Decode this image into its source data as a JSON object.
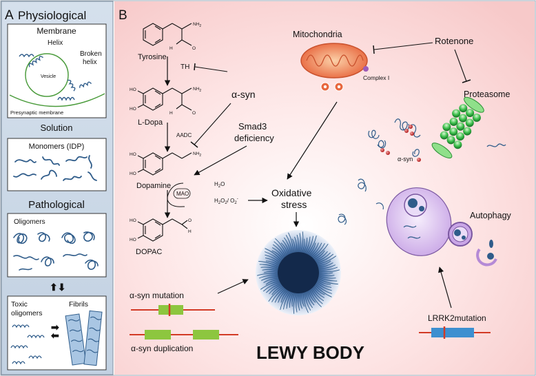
{
  "panel_a": {
    "letter": "A",
    "physiological": "Physiological",
    "membrane": "Membrane",
    "helix": "Helix",
    "broken_helix_1": "Broken",
    "broken_helix_2": "helix",
    "vesicle": "Vesicle",
    "presynaptic": "Presynaptic membrane",
    "solution": "Solution",
    "monomers": "Monomers (IDP)",
    "pathological": "Pathological",
    "oligomers": "Oligomers",
    "toxic_1": "Toxic",
    "toxic_2": "oligomers",
    "fibrils": "Fibrils"
  },
  "panel_b": {
    "letter": "B",
    "tyrosine": "Tyrosine",
    "ldopa": "L-Dopa",
    "dopamine": "Dopamine",
    "dopac": "DOPAC",
    "th": "TH",
    "aadc": "AADC",
    "mao": "MAO",
    "h2o": "H",
    "h2o_sub": "2",
    "h2o_end": "O",
    "h2o2": "H",
    "h2o2_sub1": "2",
    "h2o2_mid": "O",
    "h2o2_sub2": "2",
    "h2o2_slash": "/ O",
    "h2o2_sub3": "2",
    "h2o2_sup": "-",
    "asyn_main": "α-syn",
    "smad3_1": "Smad3",
    "smad3_2": "deficiency",
    "mitochondria": "Mitochondria",
    "complex1": "Complex I",
    "rotenone": "Rotenone",
    "proteasome": "Proteasome",
    "asyn_small": "α-syn",
    "oxidative_1": "Oxidative",
    "oxidative_2": "stress",
    "autophagy": "Autophagy",
    "asyn_mutation": "α-syn mutation",
    "asyn_duplication": "α-syn duplication",
    "lrrk2": "LRRK2mutation",
    "lewy_body": "LEWY BODY",
    "nh2": "NH",
    "nh2_sub": "2",
    "oh": "HO",
    "o": "O",
    "h": "H"
  },
  "colors": {
    "panel_a_bg": "#c9d7e6",
    "panel_b_bg": "#fbdada",
    "lewy_core": "#13294b",
    "protein_blue": "#2f5c8a",
    "mito_orange": "#e9714c",
    "proteasome_green": "#35b24a",
    "autophagy_purple": "#b58ad6",
    "gene_green": "#8dc63f",
    "gene_blue": "#3d8fd0",
    "gene_red": "#d23a25"
  }
}
